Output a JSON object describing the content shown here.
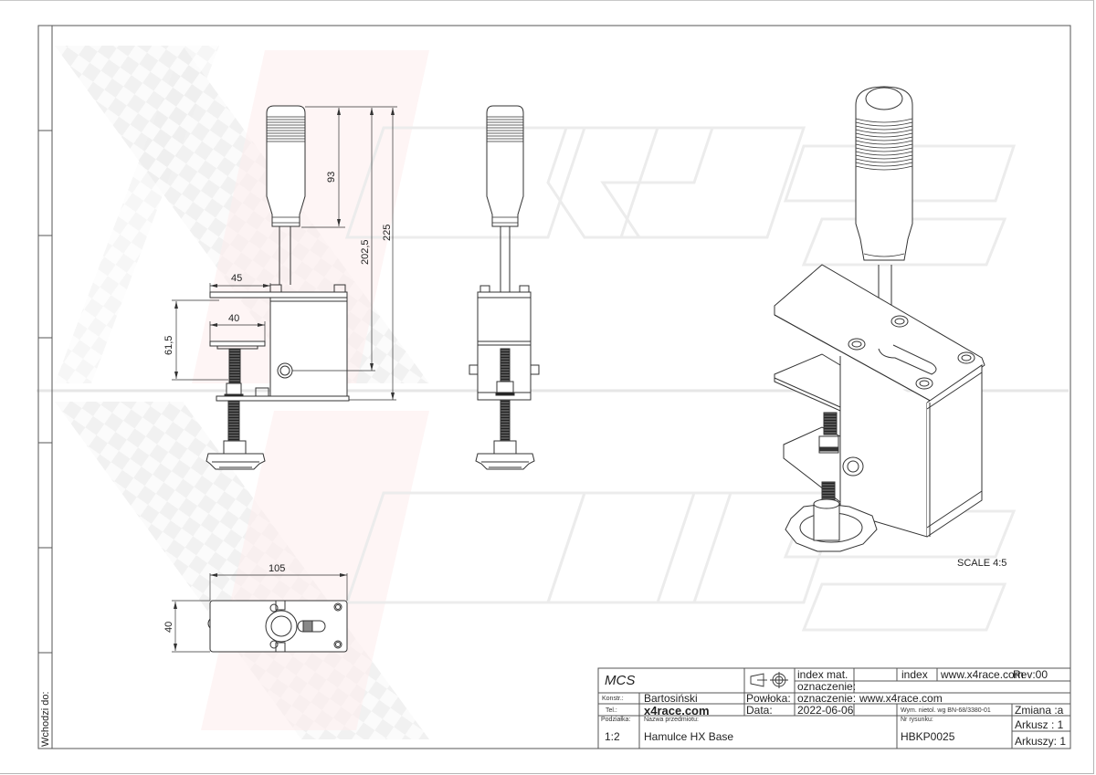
{
  "sheet": {
    "side_label": "Wchodzi do:",
    "scale_note": "SCALE  4:5"
  },
  "front_view": {
    "dimensions": {
      "handle_height": "93",
      "lever_height": "202,5",
      "overall_height": "225",
      "top_jaw_width": "45",
      "lower_jaw_width": "40",
      "clamp_opening": "61,5"
    }
  },
  "top_view": {
    "dimensions": {
      "length": "105",
      "width": "40"
    }
  },
  "title_block": {
    "company": "MCS",
    "projection_symbol": "first-angle-projection-icon",
    "index_mat_label": "index mat.",
    "index_mat_value": "",
    "oznaczenie_label_1": "oznaczenie:",
    "oznaczenie_value_1": "",
    "index_label": "index",
    "index_value": "www.x4race.com",
    "rev": "Rev:00",
    "konstr_label": "Konstr.:",
    "konstr_value": "Bartosiński",
    "powloka_label": "Powłoka:",
    "oznaczenie_label_2": "oznaczenie:",
    "oznaczenie_value_2": "www.x4race.com",
    "tel_label": "Tel.:",
    "tel_value": "x4race.com",
    "data_label": "Data:",
    "data_value": "2022-06-06",
    "tolerance_note": "Wym. nietol. wg BN-68/3380-01",
    "zmiana": "Zmiana :a",
    "podzialka_label": "Podziałka:",
    "podzialka_value": "1:2",
    "nazwa_label": "Nazwa przedmiotu:",
    "nazwa_value": "Hamulce HX Base",
    "nr_rysunku_label": "Nr rysunku:",
    "nr_rysunku_value": "HBKP0025",
    "arkusz": "Arkusz  : 1",
    "arkuszy": "Arkuszy: 1"
  },
  "colors": {
    "line": "#3a3a3a",
    "frame": "#555555",
    "watermark_gray": "#efefef",
    "watermark_red": "#fbe9e9"
  }
}
